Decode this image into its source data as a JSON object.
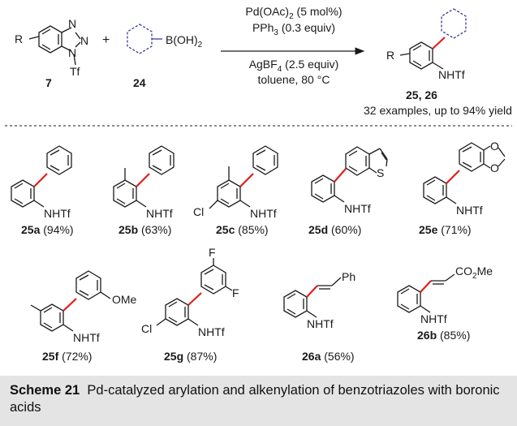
{
  "scheme": {
    "label": "Scheme 21",
    "caption": "Pd-catalyzed arylation and alkenylation of benzotriazoles with boronic acids"
  },
  "reaction": {
    "substrate": {
      "number": "7",
      "r_group": "R",
      "atom_n_top": "N",
      "atom_n_mid": "N",
      "atom_n_ring": "N",
      "protecting_group": "Tf"
    },
    "plus": "+",
    "reagent": {
      "number": "24",
      "group": "B(OH)",
      "sub": "2"
    },
    "conditions": [
      {
        "t1": "Pd(OAc)",
        "s1": "2",
        "t2": " (5 mol%)"
      },
      {
        "t1": "PPh",
        "s1": "3",
        "t2": " (0.3 equiv)"
      },
      {
        "t1": "AgBF",
        "s1": "4",
        "t2": " (2.5 equiv)"
      },
      {
        "t1": "toluene, 80 °C",
        "s1": "",
        "t2": ""
      }
    ],
    "product": {
      "r_group": "R",
      "group": "NHTf",
      "numbers": "25, 26",
      "summary": "32 examples, up to 94% yield"
    }
  },
  "products": [
    {
      "id": "25a",
      "yield": "(94%)",
      "group": "NHTf"
    },
    {
      "id": "25b",
      "yield": "(63%)",
      "group": "NHTf"
    },
    {
      "id": "25c",
      "yield": "(85%)",
      "group": "NHTf",
      "extra": "Cl"
    },
    {
      "id": "25d",
      "yield": "(60%)",
      "group": "NHTf",
      "extra": "S"
    },
    {
      "id": "25e",
      "yield": "(71%)",
      "group": "NHTf",
      "extra": "O",
      "extra2": "O"
    },
    {
      "id": "25f",
      "yield": "(72%)",
      "group": "NHTf",
      "extra": "OMe"
    },
    {
      "id": "25g",
      "yield": "(87%)",
      "group": "NHTf",
      "extra": "Cl",
      "extra2": "F",
      "extra3": "F"
    },
    {
      "id": "26a",
      "yield": "(56%)",
      "group": "NHTf",
      "extra": "Ph"
    },
    {
      "id": "26b",
      "yield": "(85%)",
      "group": "NHTf",
      "extra": "CO",
      "extra_sub": "2",
      "extra_tail": "Me"
    }
  ],
  "colors": {
    "new_bond": "#e0201a",
    "boron_reagent": "#3a3a9c",
    "ink": "#1a1a1a",
    "caption_bg": "#e4e4e4"
  }
}
